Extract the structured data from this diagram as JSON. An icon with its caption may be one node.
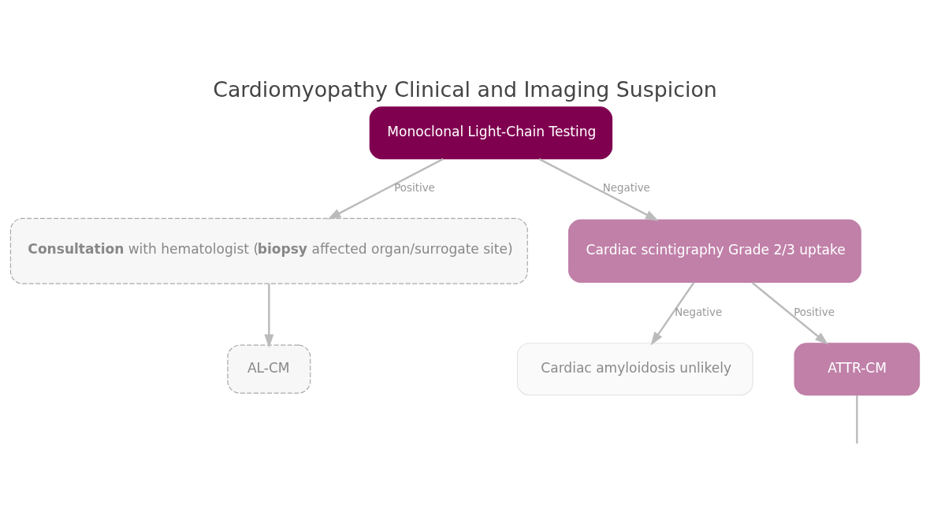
{
  "diagram": {
    "title": "Cardiomyopathy Clinical and Imaging Suspicion",
    "nodes": [
      {
        "text": [
          "Monoclonal Light-Chain Testing"
        ]
      },
      {
        "text": [
          "**Consultation** with hematologist (**biopsy** affected organ/surrogate site)"
        ]
      },
      {
        "text": [
          "AL-CM"
        ]
      },
      {
        "text": [
          "Cardiac scintigraphy Grade 2/3 uptake"
        ]
      },
      {
        "text": [
          "Cardiac amyloidosis unlikely"
        ]
      },
      {
        "text": [
          "ATTR-CM"
        ]
      }
    ],
    "edges": [
      {
        "from": 0,
        "to": 1,
        "arrow": "to",
        "label": "Positive"
      },
      {
        "from": 0,
        "to": 3,
        "arrow": "to",
        "label": "Negative"
      },
      {
        "from": 1,
        "to": 2,
        "arrow": "to"
      },
      {
        "from": 3,
        "to": 4,
        "arrow": "to",
        "label": "Negative"
      },
      {
        "from": 3,
        "to": 5,
        "arrow": "to",
        "label": "Positive"
      },
      {
        "from": 5,
        "to": null,
        "arrow": "none"
      }
    ]
  }
}
